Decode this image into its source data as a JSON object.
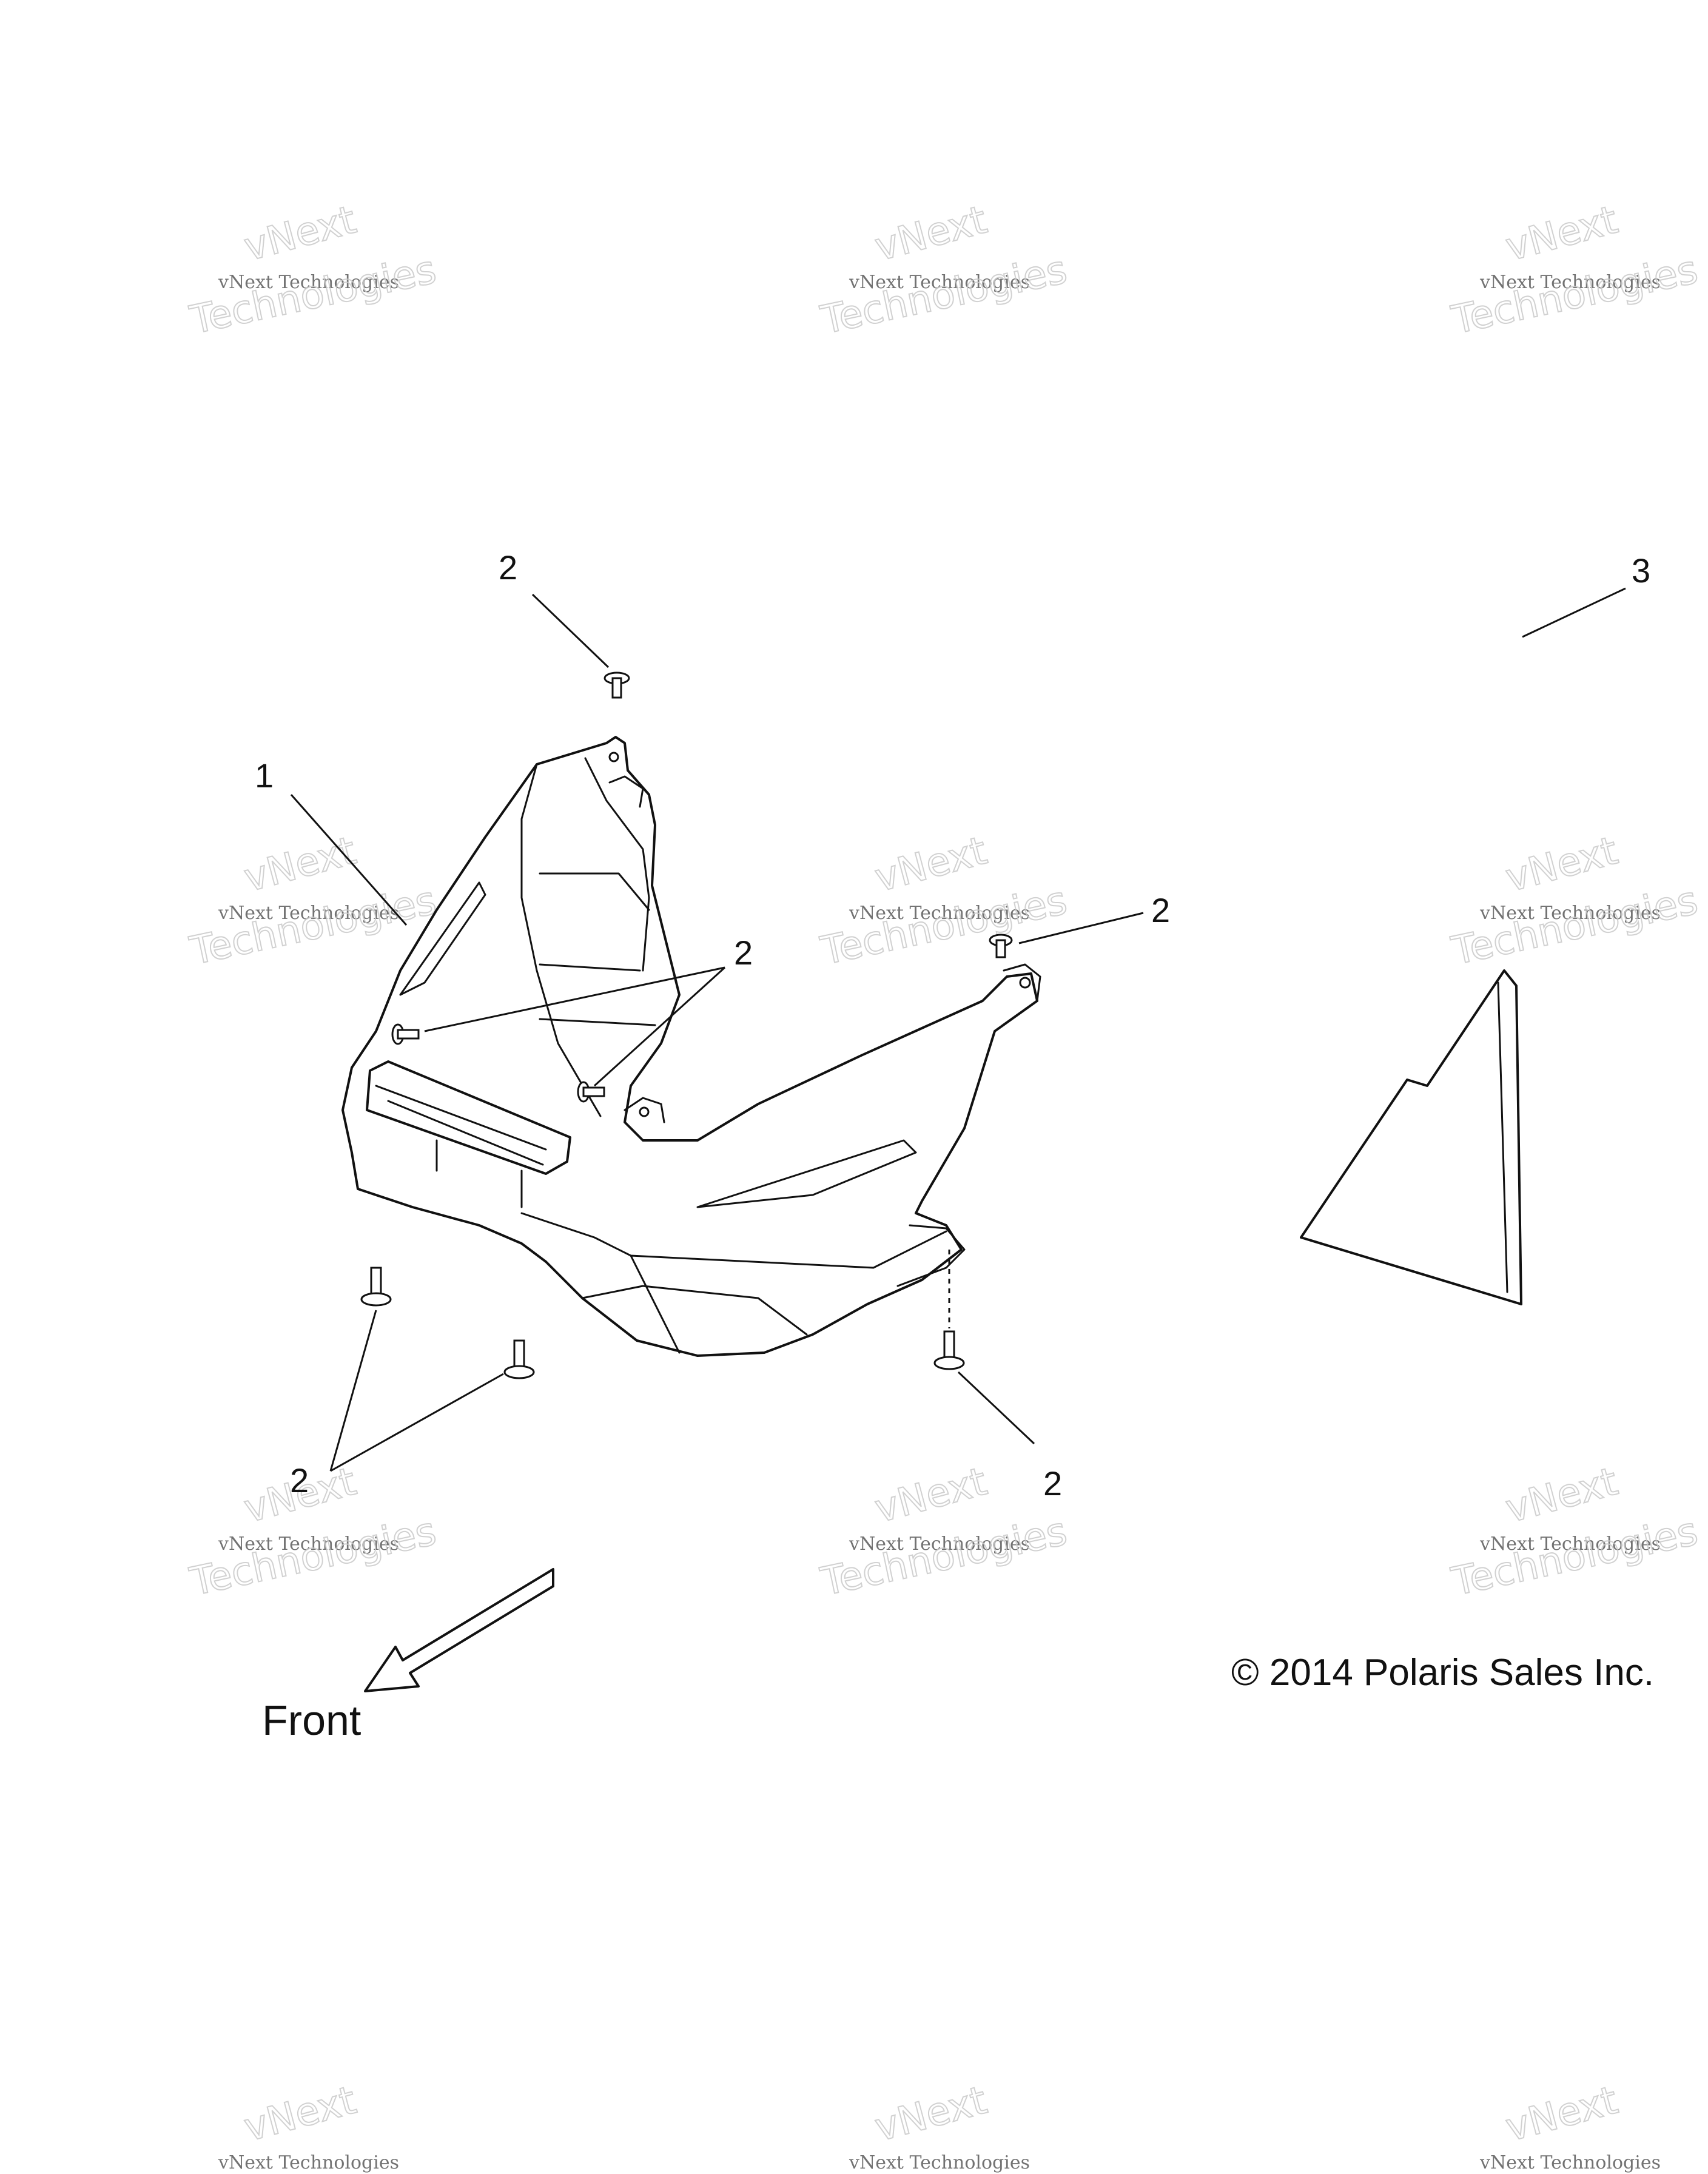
{
  "callouts": {
    "part_1": "1",
    "part_2": "2",
    "part_3": "3"
  },
  "direction_label": "Front",
  "copyright": "© 2014 Polaris Sales Inc.",
  "watermark": {
    "line1": "vNext",
    "line2": "vNext Technologies",
    "line3": "Technologies"
  }
}
